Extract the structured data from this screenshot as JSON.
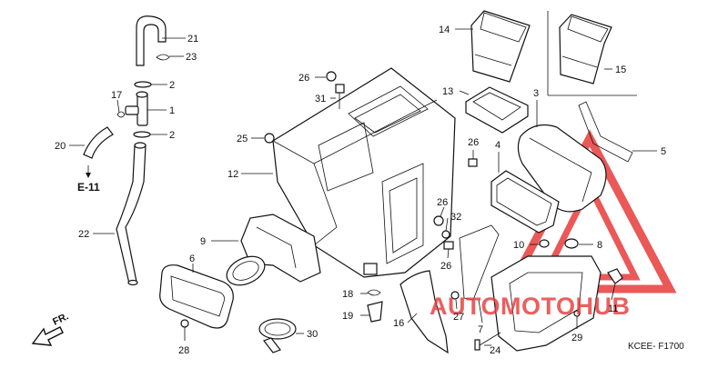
{
  "diagram": {
    "callouts": [
      {
        "id": "21",
        "label": "21"
      },
      {
        "id": "23",
        "label": "23"
      },
      {
        "id": "2a",
        "label": "2"
      },
      {
        "id": "17",
        "label": "17"
      },
      {
        "id": "1",
        "label": "1"
      },
      {
        "id": "2b",
        "label": "2"
      },
      {
        "id": "20",
        "label": "20"
      },
      {
        "id": "22",
        "label": "22"
      },
      {
        "id": "26a",
        "label": "26"
      },
      {
        "id": "31",
        "label": "31"
      },
      {
        "id": "25",
        "label": "25"
      },
      {
        "id": "12",
        "label": "12"
      },
      {
        "id": "9",
        "label": "9"
      },
      {
        "id": "6",
        "label": "6"
      },
      {
        "id": "28",
        "label": "28"
      },
      {
        "id": "30",
        "label": "30"
      },
      {
        "id": "18",
        "label": "18"
      },
      {
        "id": "19",
        "label": "19"
      },
      {
        "id": "16",
        "label": "16"
      },
      {
        "id": "27",
        "label": "27"
      },
      {
        "id": "14",
        "label": "14"
      },
      {
        "id": "13",
        "label": "13"
      },
      {
        "id": "3",
        "label": "3"
      },
      {
        "id": "26b",
        "label": "26"
      },
      {
        "id": "4",
        "label": "4"
      },
      {
        "id": "26c",
        "label": "26"
      },
      {
        "id": "32",
        "label": "32"
      },
      {
        "id": "26d",
        "label": "26"
      },
      {
        "id": "15",
        "label": "15"
      },
      {
        "id": "5",
        "label": "5"
      },
      {
        "id": "10",
        "label": "10"
      },
      {
        "id": "8",
        "label": "8"
      },
      {
        "id": "7",
        "label": "7"
      },
      {
        "id": "24",
        "label": "24"
      },
      {
        "id": "11",
        "label": "11"
      },
      {
        "id": "29",
        "label": "29"
      }
    ],
    "ref_label": "E-11",
    "direction_label": "FR.",
    "drawing_code": "KCEE- F1700",
    "watermark_text": "AUTOMOTOHUB",
    "watermark_color": "#e83b3b"
  }
}
